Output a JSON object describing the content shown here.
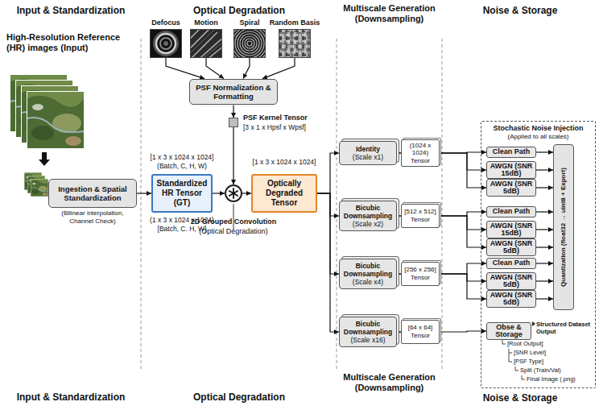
{
  "diagram": {
    "nodes": [
      {
        "text": [
          "Ingestion & Spatial Standardization",
          "(Bilinear interpolation, Channel Check)"
        ]
      },
      {
        "text": [
          "Standardized HR Tensor (GT)"
        ]
      },
      {
        "text": [
          "Defocus"
        ]
      },
      {
        "text": [
          "Motion"
        ]
      },
      {
        "text": [
          "Spiral"
        ]
      },
      {
        "text": [
          "Random Basis"
        ]
      },
      {
        "text": [
          "PSF Normalization & Formatting"
        ]
      },
      {
        "text": [
          "PSF Kernel Tensor",
          "[3 x 1 x Hpsf x Wpsf]"
        ]
      },
      {
        "text": [
          "2D Grouped Convolution",
          "(Optical Degradation)"
        ]
      },
      {
        "text": [
          "Optically Degraded Tensor"
        ]
      },
      {
        "text": [
          "Identity",
          "(Scale x1)"
        ]
      },
      {
        "text": [
          "Bicubic Downsampling",
          "(Scale x2)"
        ]
      },
      {
        "text": [
          "Bicubic Downsampling",
          "(Scale x4)"
        ]
      },
      {
        "text": [
          "Bicubic Downsampling",
          "(Scale x16)"
        ]
      },
      {
        "text": [
          "(1024 x 1024) Tensor"
        ]
      },
      {
        "text": [
          "[512 x 512] Tensor"
        ]
      },
      {
        "text": [
          "[256 x 256] Tensor"
        ]
      },
      {
        "text": [
          "[64 x 64] Tensor"
        ]
      },
      {
        "text": [
          "Stochastic Noise Injection",
          "(Applied to all scales)"
        ]
      },
      {
        "text": [
          "Clean Path"
        ],
        "in": 18
      },
      {
        "text": [
          "AWGN (SNR 15dB)"
        ],
        "in": 18
      },
      {
        "text": [
          "AWGN (SNR 5dB)"
        ],
        "in": 18
      },
      {
        "text": [
          "Clean Path"
        ],
        "in": 18
      },
      {
        "text": [
          "AWGN (SNR 15dB)"
        ],
        "in": 18
      },
      {
        "text": [
          "AWGN (SNR 5dB)"
        ],
        "in": 18
      },
      {
        "text": [
          "Clean Path"
        ],
        "in": 18
      },
      {
        "text": [
          "AWGN (SNR 5dB)"
        ],
        "in": 18
      },
      {
        "text": [
          "AWGN (SNR 5dB)"
        ],
        "in": 18
      },
      {
        "text": [
          "Obse & Storage"
        ],
        "in": 18
      },
      {
        "text": [
          "Quantization (float32 → uint8 + Export)"
        ],
        "in": 18
      }
    ],
    "edges": [
      {
        "from": 0,
        "to": 1,
        "arrow": "to"
      },
      {
        "from": 1,
        "to": 8,
        "arrow": "to"
      },
      {
        "from": 2,
        "to": 6,
        "arrow": "to"
      },
      {
        "from": 3,
        "to": 6,
        "arrow": "to"
      },
      {
        "from": 4,
        "to": 6,
        "arrow": "to"
      },
      {
        "from": 5,
        "to": 6,
        "arrow": "to"
      },
      {
        "from": 6,
        "to": 7,
        "arrow": "to"
      },
      {
        "from": 7,
        "to": 8,
        "arrow": "to"
      },
      {
        "from": 8,
        "to": 9,
        "arrow": "to"
      },
      {
        "from": 9,
        "to": 10,
        "arrow": "to"
      },
      {
        "from": 9,
        "to": 11,
        "arrow": "to"
      },
      {
        "from": 9,
        "to": 12,
        "arrow": "to"
      },
      {
        "from": 9,
        "to": 13,
        "arrow": "to"
      },
      {
        "from": 10,
        "to": 14,
        "arrow": "to"
      },
      {
        "from": 11,
        "to": 15,
        "arrow": "to"
      },
      {
        "from": 12,
        "to": 16,
        "arrow": "to"
      },
      {
        "from": 13,
        "to": 17,
        "arrow": "to"
      },
      {
        "from": 14,
        "to": 19,
        "arrow": "to"
      },
      {
        "from": 14,
        "to": 20,
        "arrow": "to"
      },
      {
        "from": 14,
        "to": 21,
        "arrow": "to"
      },
      {
        "from": 15,
        "to": 22,
        "arrow": "to"
      },
      {
        "from": 15,
        "to": 23,
        "arrow": "to"
      },
      {
        "from": 15,
        "to": 24,
        "arrow": "to"
      },
      {
        "from": 16,
        "to": 25,
        "arrow": "to"
      },
      {
        "from": 16,
        "to": 26,
        "arrow": "to"
      },
      {
        "from": 16,
        "to": 27,
        "arrow": "to"
      },
      {
        "from": 17,
        "to": 28,
        "arrow": "to"
      },
      {
        "from": 19,
        "to": 29,
        "arrow": "to"
      },
      {
        "from": 20,
        "to": 29,
        "arrow": "to"
      },
      {
        "from": 21,
        "to": 29,
        "arrow": "to"
      },
      {
        "from": 22,
        "to": 29,
        "arrow": "to"
      },
      {
        "from": 23,
        "to": 29,
        "arrow": "to"
      },
      {
        "from": 24,
        "to": 29,
        "arrow": "to"
      },
      {
        "from": 25,
        "to": 29,
        "arrow": "to"
      },
      {
        "from": 26,
        "to": 29,
        "arrow": "to"
      },
      {
        "from": 27,
        "to": 29,
        "arrow": "to"
      }
    ],
    "labels": [
      "Input & Standardization",
      "Optical Degradation",
      "Multiscale Generation (Downsampling)",
      "Noise & Storage",
      "High-Resolution Reference (HR) images (Input)",
      "[1 x 3 x 1024 x 1024]",
      "(Batch, C, H, W)",
      "(1 x 3 x 1024 x 1024)",
      "[Batch, C. H, W]",
      "[1 x 3 x 1024 x 1024]",
      "Structured Dataset Output",
      "[Root Output]",
      "[SNR Level]",
      "[PSF Type]",
      "Split (Train/Val)",
      "Final Image (.png)",
      "Input & Standardization",
      "Optical Degradation",
      "Multiscale Generation (Downsampling)",
      "Noise & Storage"
    ]
  }
}
